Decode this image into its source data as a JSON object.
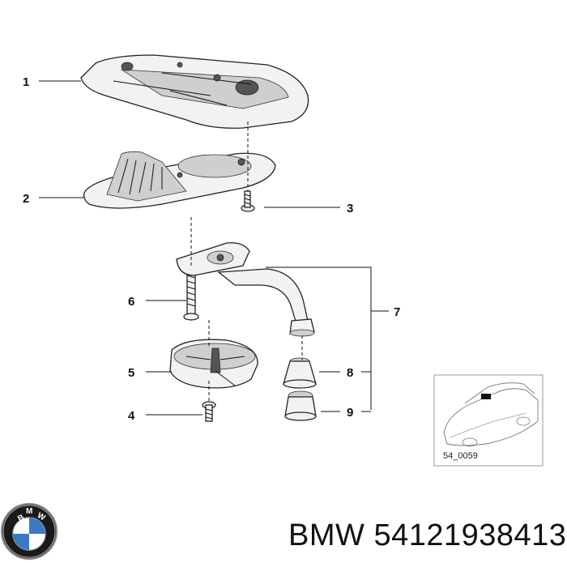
{
  "callouts": [
    "1",
    "2",
    "3",
    "4",
    "5",
    "6",
    "7",
    "8",
    "9"
  ],
  "thumbnail": {
    "caption": "54_0059"
  },
  "footer": {
    "brand": "BMW",
    "part_number": "54121938413"
  },
  "logo": {
    "name": "bmw-logo",
    "text": "BMW"
  }
}
